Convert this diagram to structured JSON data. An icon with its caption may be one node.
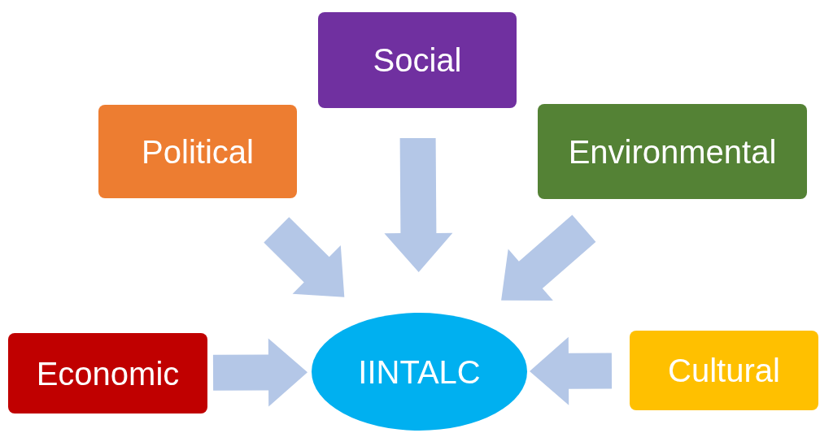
{
  "diagram": {
    "nodes": [
      {
        "text": [
          "Social"
        ]
      },
      {
        "text": [
          "Political"
        ]
      },
      {
        "text": [
          "Environmental"
        ]
      },
      {
        "text": [
          "Economic"
        ]
      },
      {
        "text": [
          "IINTALC"
        ]
      },
      {
        "text": [
          "Cultural"
        ]
      }
    ],
    "edges": [
      {
        "from": 0,
        "to": 4,
        "arrow": "to"
      },
      {
        "from": 1,
        "to": 4,
        "arrow": "to"
      },
      {
        "from": 2,
        "to": 4,
        "arrow": "to"
      },
      {
        "from": 3,
        "to": 4,
        "arrow": "to"
      },
      {
        "from": 5,
        "to": 4,
        "arrow": "to"
      }
    ]
  }
}
